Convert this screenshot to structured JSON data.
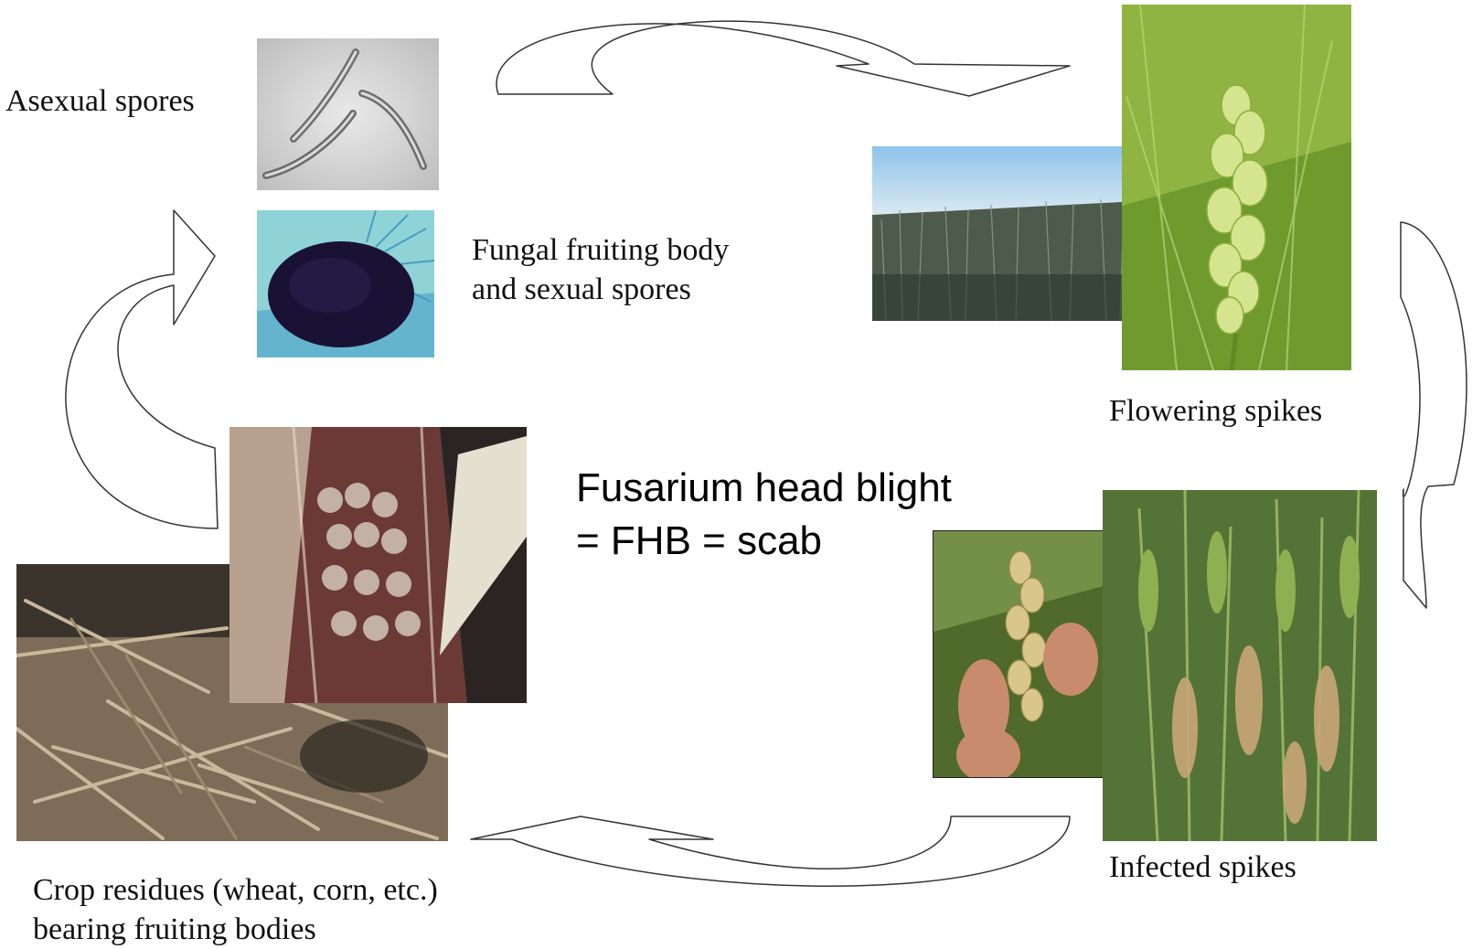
{
  "title": {
    "line1": "Fusarium head blight",
    "line2": "= FHB = scab"
  },
  "labels": {
    "asexual_spores": "Asexual spores",
    "fruiting_body_line1": "Fungal fruiting body",
    "fruiting_body_line2": "and sexual spores",
    "flowering_spikes": "Flowering spikes",
    "infected_spikes": "Infected spikes",
    "crop_residues_line1": "Crop residues (wheat, corn, etc.)",
    "crop_residues_line2": "bearing fruiting bodies"
  },
  "images": [
    "asexual-spores-photo",
    "fruiting-body-photo",
    "wheat-field-photo",
    "flowering-spike-photo",
    "infected-spike-in-hand-photo",
    "infected-wheat-field-photo",
    "infected-corn-ear-photo",
    "crop-residue-photo"
  ],
  "arrows": [
    "arrow-top",
    "arrow-right",
    "arrow-bottom",
    "arrow-left"
  ],
  "colors": {
    "background": "#ffffff",
    "arrow_stroke": "#333333",
    "text": "#111111"
  }
}
